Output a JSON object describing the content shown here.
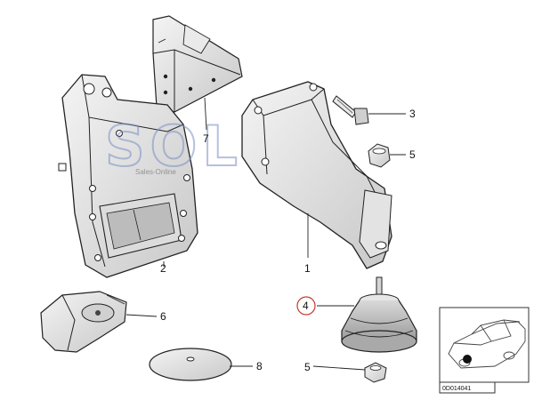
{
  "diagram": {
    "callouts": {
      "p1": "1",
      "p2": "2",
      "p3": "3",
      "p4": "4",
      "p5a": "5",
      "p5b": "5",
      "p6": "6",
      "p7": "7",
      "p8": "8"
    },
    "highlighted_callout": "4",
    "highlight_color": "#c0392b",
    "watermark": {
      "text": "SOL",
      "tagline": "Sales-Online",
      "accent_color": "#7a8fc4"
    },
    "reference_code": "0D014041"
  }
}
